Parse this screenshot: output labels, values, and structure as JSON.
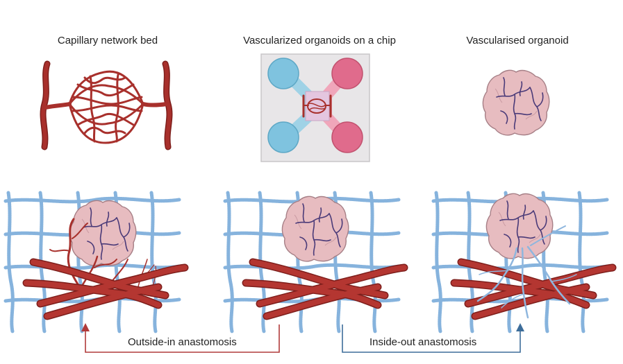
{
  "titles": {
    "capillary": "Capillary network bed",
    "chip": "Vascularized organoids on a chip",
    "organoid": "Vascularised organoid"
  },
  "arrows": {
    "outside_in": "Outside-in anastomosis",
    "inside_out": "Inside-out anastomosis"
  },
  "colors": {
    "vessel": "#a8302c",
    "vessel_dark": "#7e1f1c",
    "organoid_fill": "#e7bcc0",
    "organoid_edge": "#a67f86",
    "organoid_vein": "#4a3a78",
    "mesh": "#86b3dd",
    "chip_blue": "#7fc3df",
    "chip_pink": "#e06b8c",
    "arrow_red": "#b03a3a",
    "arrow_blue": "#3d6d9a",
    "sprout_blue": "#8eb6de"
  }
}
